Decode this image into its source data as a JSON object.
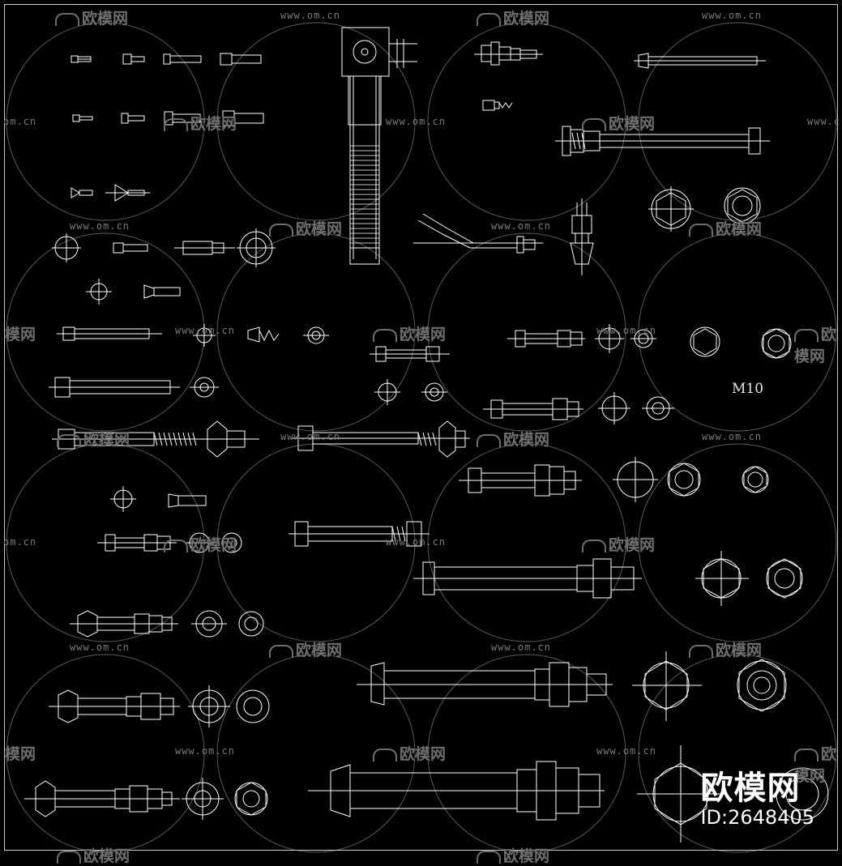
{
  "drawing": {
    "label_m10": "M10"
  },
  "watermark": {
    "url_text": "www.om.cn",
    "url_text_cut": "om.cn",
    "url_text_left": "www.c",
    "logo_text": "欧模网",
    "logo_text_cut": "模网"
  },
  "brand": {
    "name": "欧模网",
    "id_text": "ID:2648405"
  },
  "colors": {
    "background": "#000000",
    "line": "#ffffff",
    "watermark": "#6e6e6e"
  }
}
